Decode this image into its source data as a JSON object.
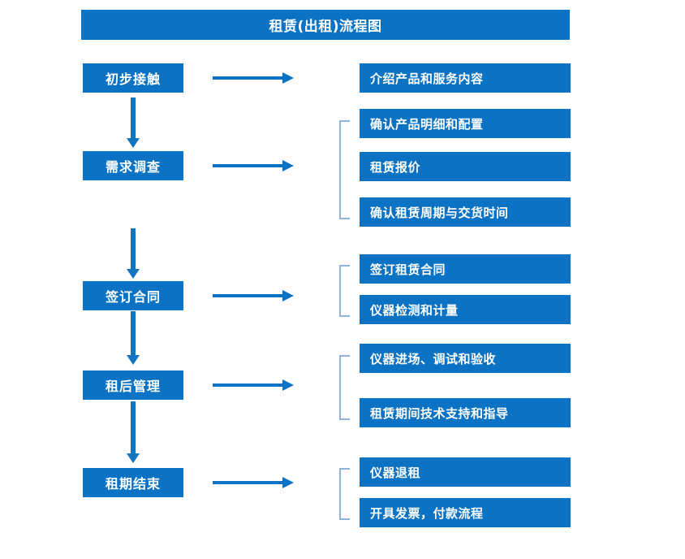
{
  "diagram": {
    "title": "租赁(出租)流程图",
    "colors": {
      "box_fill": "#0B72C4",
      "box_text": "#FFFFFF",
      "arrow": "#1175C0",
      "bracket": "#8FB4DC",
      "background": "#FFFFFF"
    },
    "stages": [
      {
        "label": "初步接触"
      },
      {
        "label": "需求调查"
      },
      {
        "label": "签订合同"
      },
      {
        "label": "租后管理"
      },
      {
        "label": "租期结束"
      }
    ],
    "details": [
      {
        "label": "介绍产品和服务内容"
      },
      {
        "label": "确认产品明细和配置"
      },
      {
        "label": "租赁报价"
      },
      {
        "label": "确认租赁周期与交货时间"
      },
      {
        "label": "签订租赁合同"
      },
      {
        "label": "仪器检测和计量"
      },
      {
        "label": "仪器进场、调试和验收"
      },
      {
        "label": "租赁期间技术支持和指导"
      },
      {
        "label": "仪器退租"
      },
      {
        "label": "开具发票，付款流程"
      }
    ]
  }
}
